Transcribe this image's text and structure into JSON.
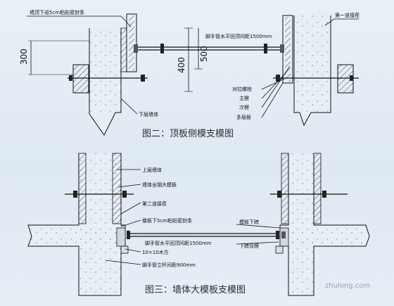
{
  "figure2": {
    "caption": "图二：顶板侧模支模图",
    "labels": {
      "strip": "墙顶下返5cm粘贴密封条",
      "first_joint": "第一道接茬",
      "spacing": "脚手管水平回顶间距1500mm",
      "tie_bolt": "对拉螺栓",
      "main_beam": "主楞",
      "secondary_beam": "次楞",
      "plywood": "多层板",
      "lower_wall": "下层墙体"
    },
    "dims": {
      "d300": "300",
      "d400": "400",
      "d500": "500"
    }
  },
  "figure3": {
    "caption": "图三：墙体大模板支模图",
    "labels": {
      "upper_wall": "上层墙体",
      "steel_form": "墙体全钢大模板",
      "second_joint": "第二道接茬",
      "strip": "楼板下5cm粘贴密封条",
      "spacing": "脚手管水平回顶间距1500mm",
      "form_bottom": "模板下跨",
      "lower_pipe": "下跨背楞",
      "timber": "10×10木方",
      "pole_spacing": "脚手管立杆间距900mm"
    }
  },
  "watermark": "zhulong.com",
  "colors": {
    "background": "#e3ecf5",
    "line": "#111111",
    "caption": "#2d2d2d",
    "hatch": "#444444"
  }
}
